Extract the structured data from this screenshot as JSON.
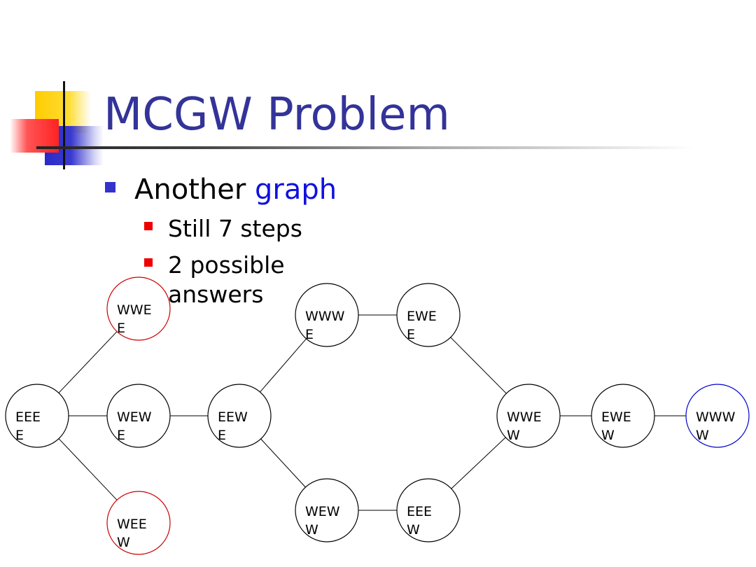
{
  "slide": {
    "title": "MCGW Problem",
    "bullet1": {
      "text": "Another ",
      "highlight": "graph"
    },
    "sub_bullets": [
      {
        "text": "Still 7 steps"
      },
      {
        "text": "2 possible answers"
      }
    ]
  },
  "colors": {
    "title": "#333399",
    "highlight": "#1010e0",
    "bullet_level1": "#3333cc",
    "bullet_level2": "#ee0000",
    "dead_end_node": "#cc0000",
    "goal_node": "#0000cc",
    "normal_node": "#000000"
  },
  "graph": {
    "nodes": [
      {
        "id": "n1",
        "label": "EEEE",
        "line1": "EEE",
        "line2": "E",
        "state": "normal"
      },
      {
        "id": "n2",
        "label": "WWEE",
        "line1": "WWE",
        "line2": "E",
        "state": "dead-end"
      },
      {
        "id": "n3",
        "label": "WEWE",
        "line1": "WEW",
        "line2": "E",
        "state": "normal"
      },
      {
        "id": "n4",
        "label": "WEEW",
        "line1": "WEE",
        "line2": "W",
        "state": "dead-end"
      },
      {
        "id": "n5",
        "label": "EEWE",
        "line1": "EEW",
        "line2": "E",
        "state": "normal"
      },
      {
        "id": "n6",
        "label": "WWWE",
        "line1": "WWW",
        "line2": "E",
        "state": "normal"
      },
      {
        "id": "n7",
        "label": "EWEE",
        "line1": "EWE",
        "line2": "E",
        "state": "normal"
      },
      {
        "id": "n8",
        "label": "WEWW",
        "line1": "WEW",
        "line2": "W",
        "state": "normal"
      },
      {
        "id": "n9",
        "label": "EEEW",
        "line1": "EEE",
        "line2": "W",
        "state": "normal"
      },
      {
        "id": "n10",
        "label": "WWEW",
        "line1": "WWE",
        "line2": "W",
        "state": "normal"
      },
      {
        "id": "n11",
        "label": "EWEW",
        "line1": "EWE",
        "line2": "W",
        "state": "normal"
      },
      {
        "id": "n12",
        "label": "WWWW",
        "line1": "WWW",
        "line2": "W",
        "state": "goal"
      }
    ],
    "edges": [
      [
        "n1",
        "n2"
      ],
      [
        "n1",
        "n3"
      ],
      [
        "n1",
        "n4"
      ],
      [
        "n3",
        "n5"
      ],
      [
        "n5",
        "n6"
      ],
      [
        "n5",
        "n8"
      ],
      [
        "n6",
        "n7"
      ],
      [
        "n8",
        "n9"
      ],
      [
        "n7",
        "n10"
      ],
      [
        "n9",
        "n10"
      ],
      [
        "n10",
        "n11"
      ],
      [
        "n11",
        "n12"
      ]
    ]
  }
}
